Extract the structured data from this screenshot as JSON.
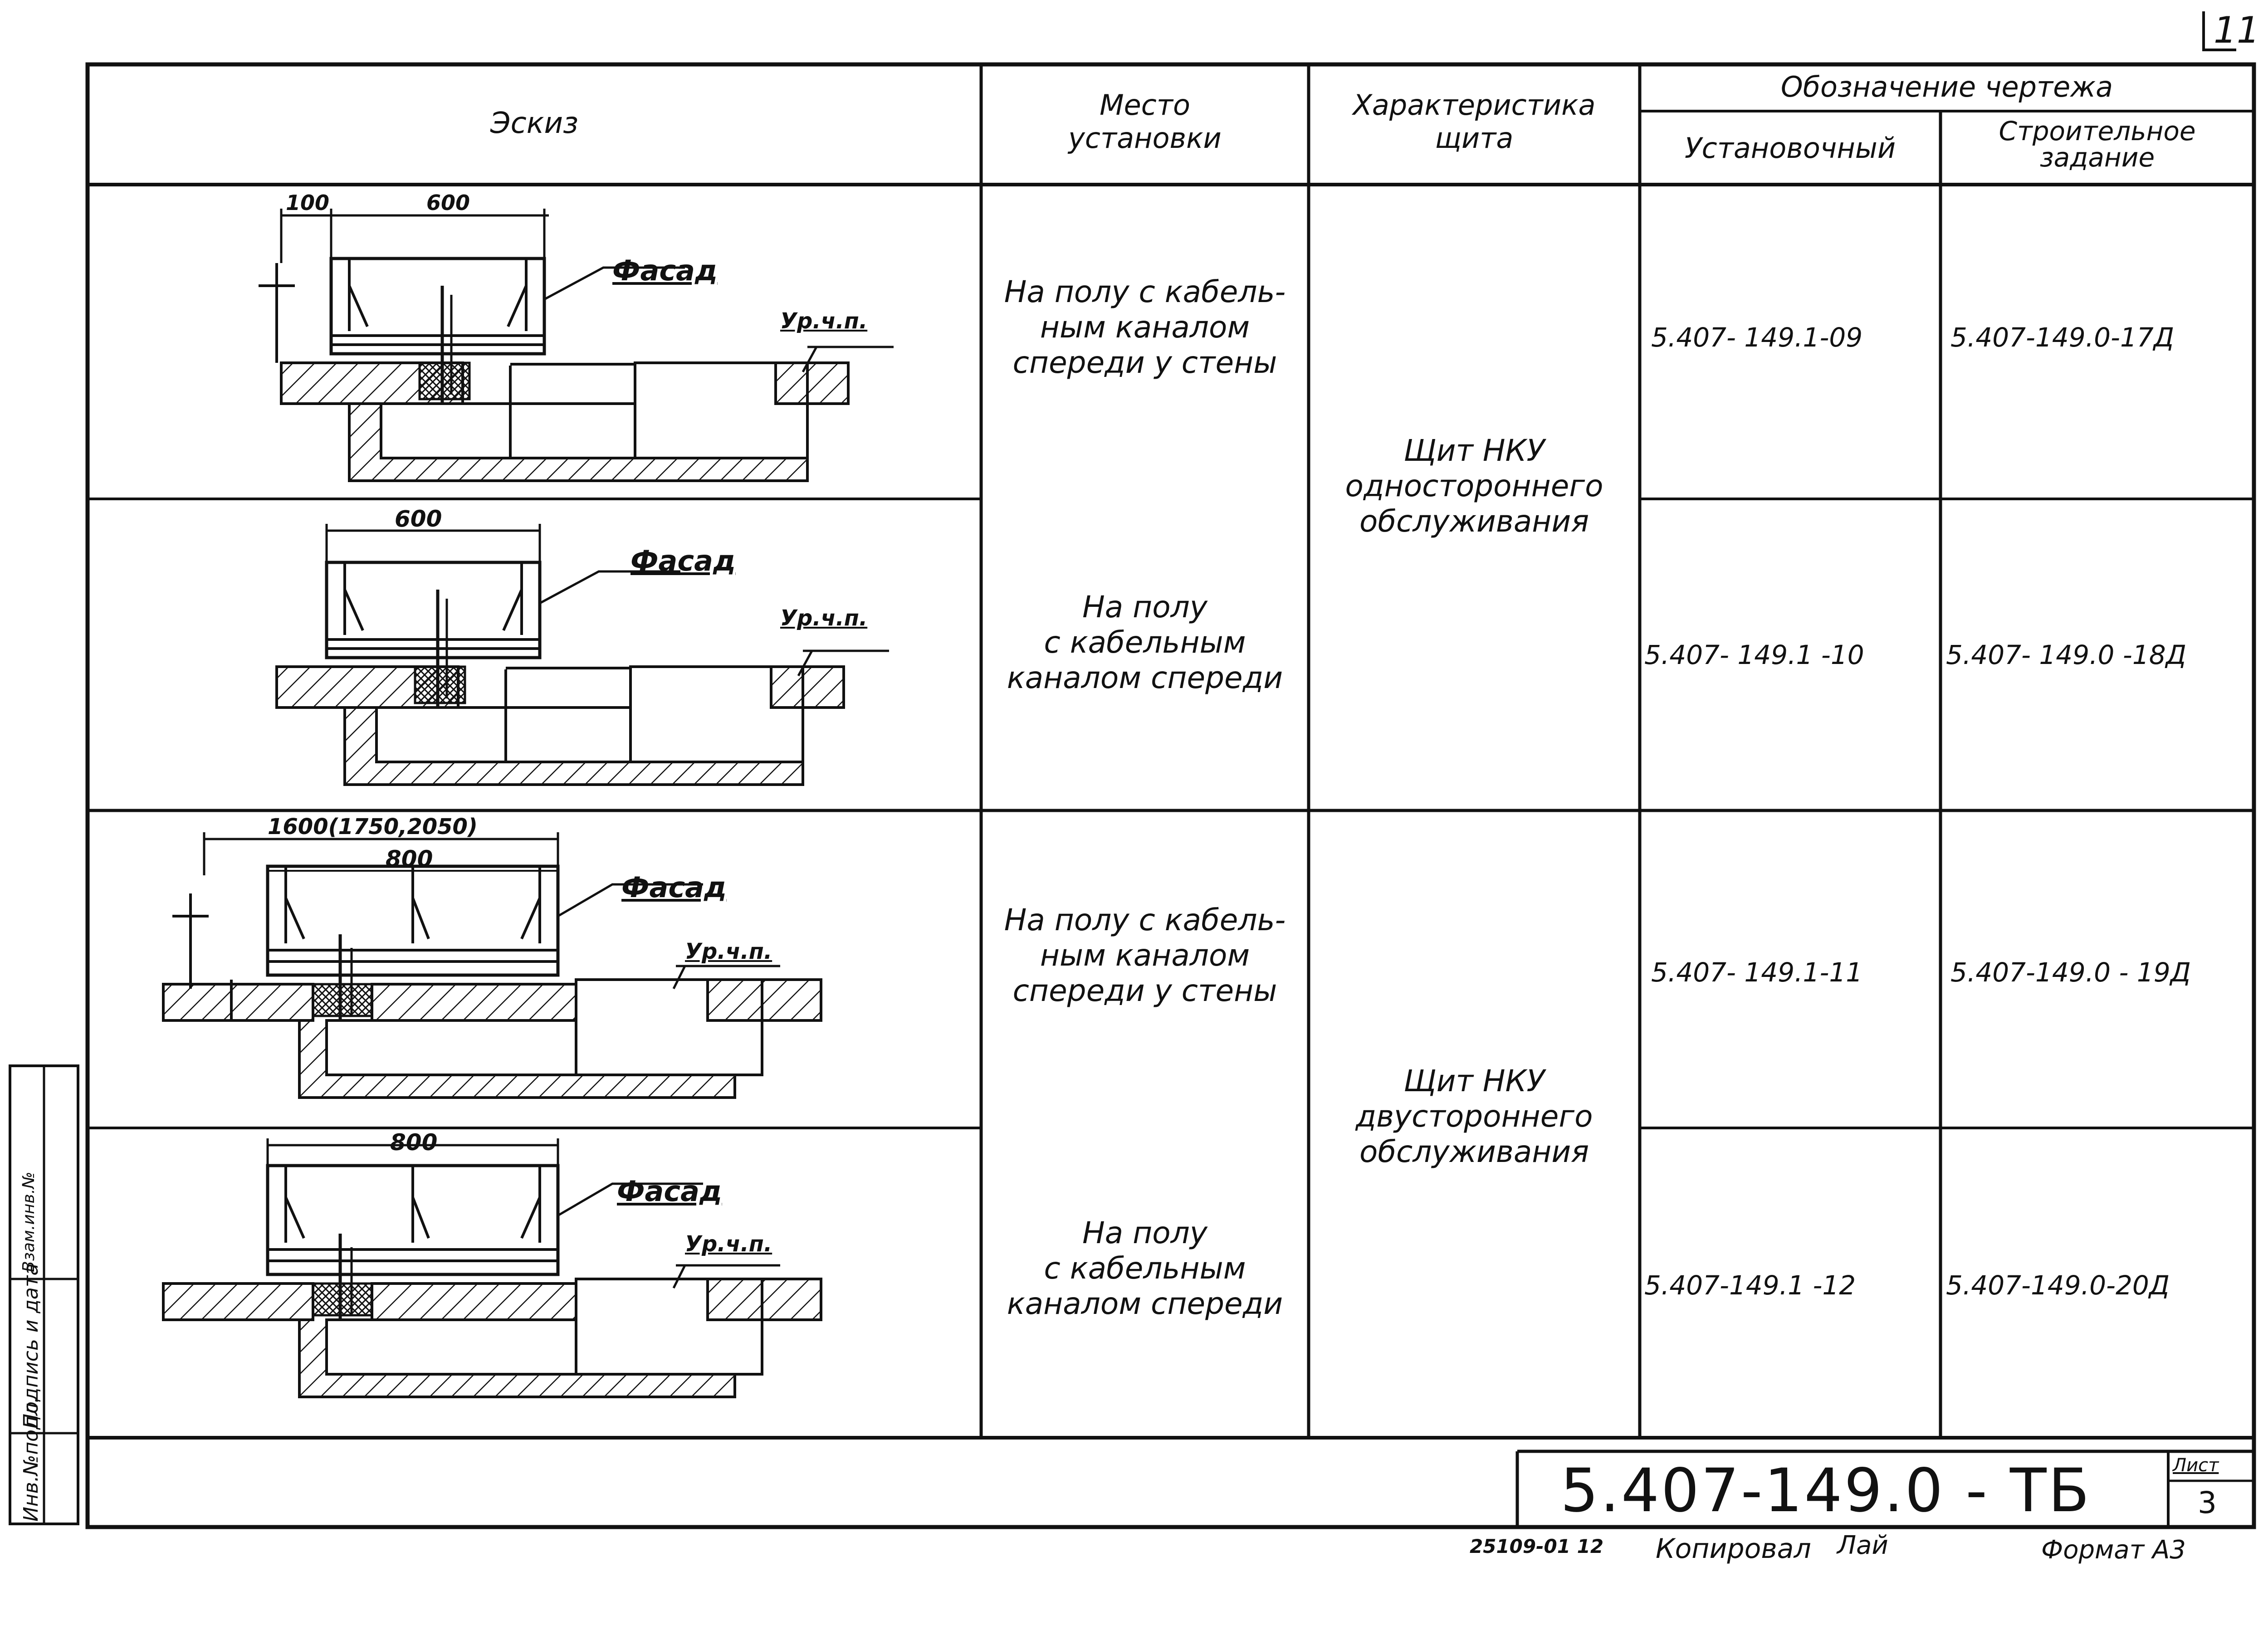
{
  "sheet_corner_number": "11",
  "header": {
    "sketch": "Эскиз",
    "place_line1": "Место",
    "place_line2": "установки",
    "char_line1": "Характеристика",
    "char_line2": "щита",
    "designation": "Обозначение чертежа",
    "installation": "Установочный",
    "construction_line1": "Строительное",
    "construction_line2": "задание"
  },
  "rows": [
    {
      "place": [
        "На полу с кабель-",
        "ным каналом",
        "спереди у стены"
      ],
      "installation_code": "5.407- 149.1-09",
      "construction_code": "5.407-149.0-17Д",
      "dims": [
        "100",
        "600"
      ],
      "facade": "Фасад",
      "floor_level": "Ур.ч.п."
    },
    {
      "place": [
        "На полу",
        "с кабельным",
        "каналом спереди"
      ],
      "installation_code": "5.407- 149.1 -10",
      "construction_code": "5.407- 149.0 -18Д",
      "dims": [
        "600"
      ],
      "facade": "Фасад",
      "floor_level": "Ур.ч.п."
    },
    {
      "place": [
        "На полу с кабель-",
        "ным каналом",
        "спереди у стены"
      ],
      "installation_code": "5.407- 149.1-11",
      "construction_code": "5.407-149.0 - 19Д",
      "dims": [
        "1600(1750,2050)",
        "800"
      ],
      "facade": "Фасад",
      "floor_level": "Ур.ч.п."
    },
    {
      "place": [
        "На полу",
        "с кабельным",
        "каналом спереди"
      ],
      "installation_code": "5.407-149.1 -12",
      "construction_code": "5.407-149.0-20Д",
      "dims": [
        "800"
      ],
      "facade": "Фасад",
      "floor_level": "Ур.ч.п."
    }
  ],
  "characteristics": [
    [
      "Щит НКУ",
      "одностороннего",
      "обслуживания"
    ],
    [
      "Щит НКУ",
      "двустороннего",
      "обслуживания"
    ]
  ],
  "title_block": {
    "document_code": "5.407-149.0 - ТБ",
    "sheet_label": "Лист",
    "sheet_number": "3"
  },
  "footer": {
    "order_number": "25109-01 12",
    "copied_by": "Копировал",
    "copier_signature": "Лай",
    "format": "Формат А3"
  },
  "side_strip": {
    "inv_no": "Инв.№подл.",
    "signature_date": "Подпись и дата",
    "replaced": "Взам.инв.№"
  }
}
